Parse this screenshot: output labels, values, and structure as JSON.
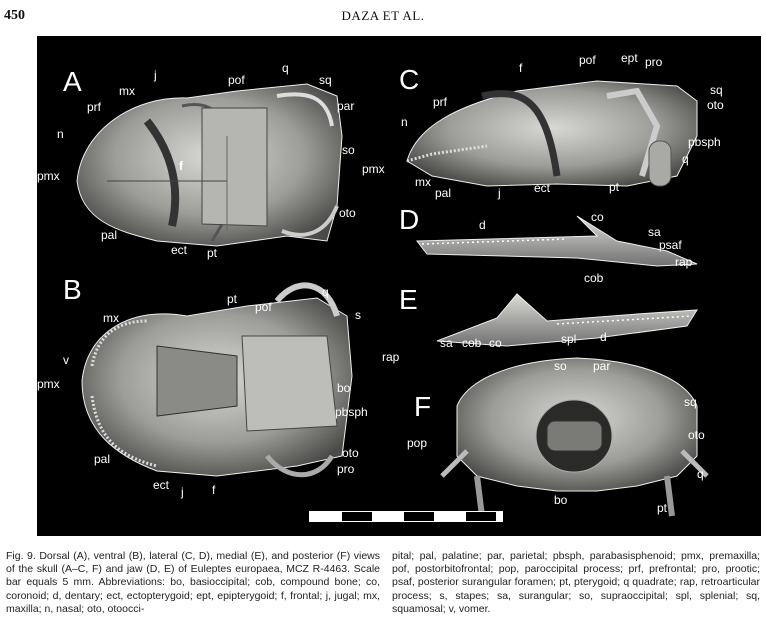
{
  "header": {
    "page_number": "450",
    "running_head": "DAZA ET AL."
  },
  "panels": {
    "A": {
      "letter": "A",
      "labels": [
        "mx",
        "j",
        "pof",
        "q",
        "sq",
        "prf",
        "par",
        "n",
        "so",
        "f",
        "pmx",
        "oto",
        "pal",
        "ect",
        "pt"
      ]
    },
    "B": {
      "letter": "B",
      "labels": [
        "pt",
        "q",
        "pof",
        "s",
        "mx",
        "v",
        "pmx",
        "bo",
        "pbsph",
        "pal",
        "oto",
        "pro",
        "ect",
        "j",
        "f"
      ]
    },
    "C": {
      "letter": "C",
      "labels": [
        "f",
        "pof",
        "ept",
        "pro",
        "sq",
        "prf",
        "oto",
        "n",
        "pbsph",
        "q",
        "pmx",
        "mx",
        "pal",
        "j",
        "ect",
        "pt"
      ]
    },
    "D": {
      "letter": "D",
      "labels": [
        "d",
        "co",
        "sa",
        "psaf",
        "rap",
        "cob"
      ]
    },
    "E": {
      "letter": "E",
      "labels": [
        "rap",
        "sa",
        "cob",
        "co",
        "spl",
        "d"
      ]
    },
    "F": {
      "letter": "F",
      "labels": [
        "so",
        "par",
        "sq",
        "pop",
        "oto",
        "q",
        "bo",
        "pt"
      ]
    }
  },
  "caption": {
    "col1": "Fig. 9. Dorsal (A), ventral (B), lateral (C, D), medial (E), and posterior (F) views of the skull (A–C, F) and jaw (D, E) of Euleptes europaea, MCZ R-4463. Scale bar equals 5 mm. Abbreviations: bo, basioccipital; cob, compound bone; co, coronoid; d, dentary; ect, ectopterygoid; ept, epipterygoid; f, frontal; j, jugal; mx, maxilla; n, nasal; oto, otoocci-",
    "col2": "pital; pal, palatine; par, parietal; pbsph, parabasisphenoid; pmx, premaxilla; pof, postorbitofrontal; pop, paroccipital process; prf, prefrontal; pro, prootic; psaf, posterior surangular foramen; pt, pterygoid; q quadrate; rap, retroarticular process; s, stapes; sa, surangular; so, supraoccipital; spl, splenial; sq, squamosal; v, vomer."
  }
}
